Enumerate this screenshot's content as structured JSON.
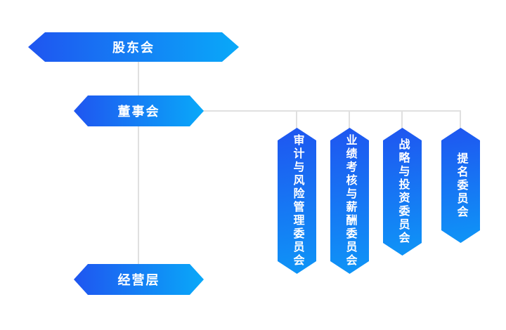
{
  "nodes": {
    "shareholders": "股东会",
    "board": "董事会",
    "management": "经营层"
  },
  "committees": [
    {
      "label": "审计与风险管理委员会"
    },
    {
      "label": "业绩考核与薪酬委员会"
    },
    {
      "label": "战略与投资委员会"
    },
    {
      "label": "提名委员会"
    }
  ],
  "colors": {
    "banner_gradient_start": "#1f55f0",
    "banner_gradient_end": "#09a9f9",
    "connector": "#e0e0e0",
    "label_text": "#ffffff",
    "background": "#ffffff"
  }
}
